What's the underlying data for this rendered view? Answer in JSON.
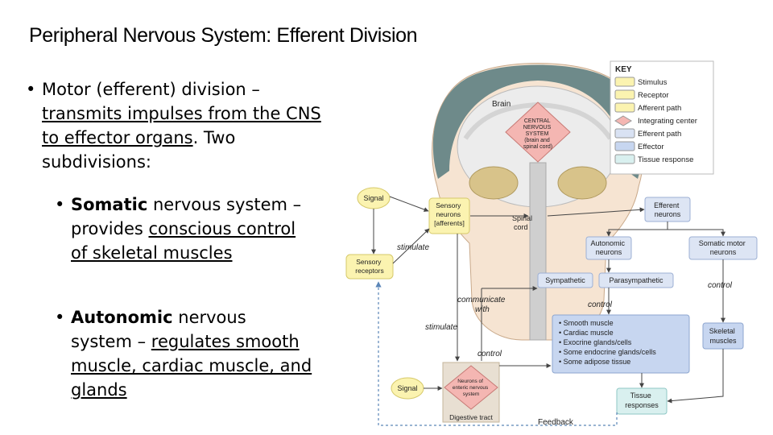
{
  "slide": {
    "title": "Peripheral Nervous System: Efferent Division"
  },
  "bullets": {
    "b1_bullet": "•",
    "b1_text_a": "Motor (efferent) division –",
    "b1_text_ul": "transmits impulses from the CNS to effector organs",
    "b1_text_b": ". Two subdivisions:",
    "b2_bullet": "•",
    "b2_bold": "Somatic",
    "b2_text_a": " nervous system – provides ",
    "b2_text_ul": "conscious control of skeletal muscles",
    "b3_bullet": "•",
    "b3_bold": "Autonomic",
    "b3_text_a": " nervous system – ",
    "b3_text_ul": "regulates smooth muscle, cardiac muscle, and glands"
  },
  "figure": {
    "key": {
      "heading": "KEY",
      "items": [
        {
          "label": "Stimulus",
          "color": "#fbf3b0"
        },
        {
          "label": "Receptor",
          "color": "#fbf3b0"
        },
        {
          "label": "Afferent path",
          "color": "#fbf3b0"
        },
        {
          "label": "Integrating center",
          "color": "#f4b6b2"
        },
        {
          "label": "Efferent path",
          "color": "#d9e2f3"
        },
        {
          "label": "Effector",
          "color": "#c7d6f0"
        },
        {
          "label": "Tissue response",
          "color": "#d9f0ef"
        }
      ]
    },
    "brain_label": "Brain",
    "cns_lines": [
      "CENTRAL",
      "NERVOUS",
      "SYSTEM",
      "(brain and",
      "spinal cord)"
    ],
    "spinal_cord_lines": [
      "Spinal",
      "cord"
    ],
    "signal_top": "Signal",
    "signal_bottom": "Signal",
    "sensory_neurons_lines": [
      "Sensory",
      "neurons",
      "[afferents]"
    ],
    "sensory_receptors_lines": [
      "Sensory",
      "receptors"
    ],
    "efferent_neurons_lines": [
      "Efferent",
      "neurons"
    ],
    "autonomic_neurons_lines": [
      "Autonomic",
      "neurons"
    ],
    "somatic_motor_lines": [
      "Somatic motor",
      "neurons"
    ],
    "sympathetic": "Sympathetic",
    "parasympathetic": "Parasympathetic",
    "effectors_list": [
      "• Smooth muscle",
      "• Cardiac muscle",
      "• Exocrine glands/cells",
      "• Some endocrine glands/cells",
      "• Some adipose tissue"
    ],
    "skeletal_muscles_lines": [
      "Skeletal",
      "muscles"
    ],
    "tissue_responses_lines": [
      "Tissue",
      "responses"
    ],
    "enteric_lines": [
      "Neurons of",
      "enteric nervous",
      "system"
    ],
    "digestive_tract": "Digestive tract",
    "labels": {
      "stimulate_top": "stimulate",
      "stimulate_mid": "stimulate",
      "communicate": [
        "communicate",
        "with"
      ],
      "control_right": "control",
      "control_mid": "control",
      "control_low": "control",
      "feedback": "Feedback"
    },
    "colors": {
      "yellow": "#fbf3b0",
      "pink": "#f4b6b2",
      "blue_light": "#dde5f4",
      "blue_effector": "#c7d6f0",
      "teal": "#d9f0ef",
      "head": "#f6e4d2",
      "hair": "#6e8a8a"
    }
  }
}
